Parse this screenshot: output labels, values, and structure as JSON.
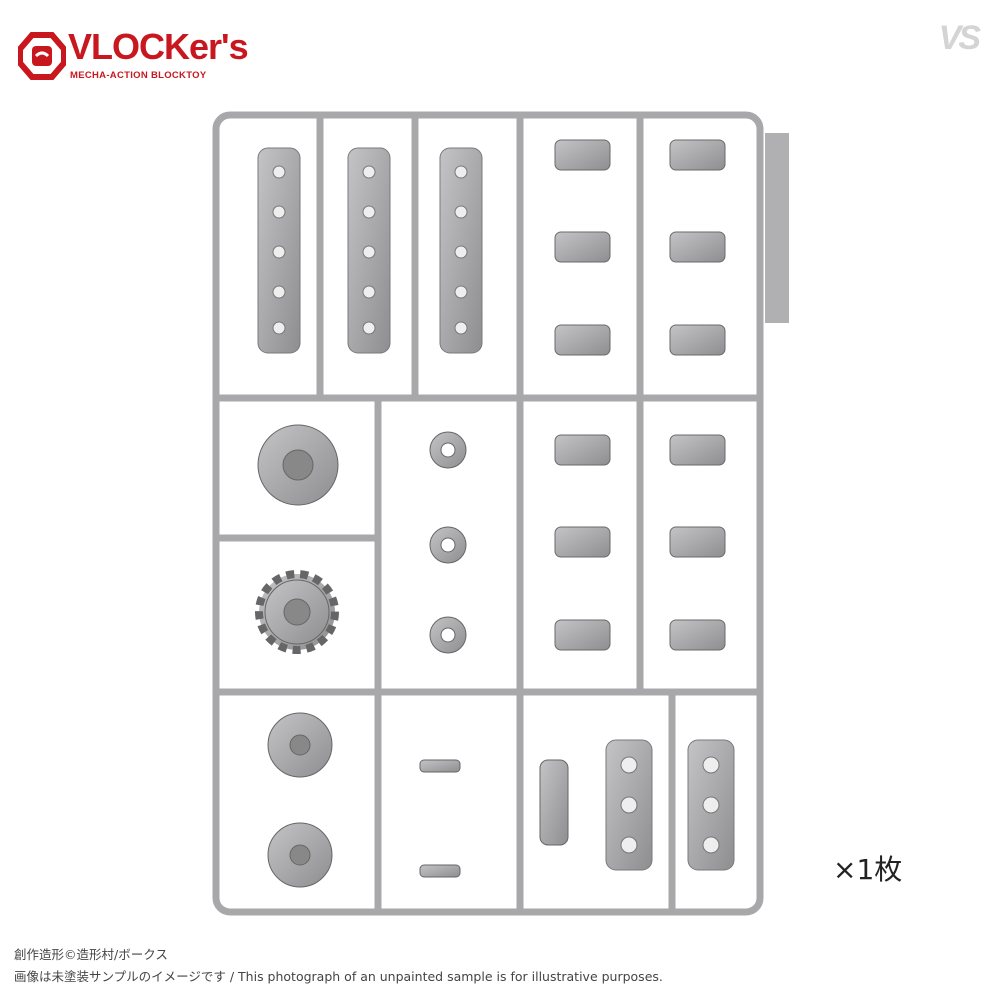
{
  "logo": {
    "name": "VLOCKer's",
    "tagline": "MECHA-ACTION BLOCKTOY"
  },
  "brand_mark": "VS",
  "quantity_label": "×1枚",
  "credits": {
    "line1": "創作造形©造形村/ボークス",
    "line2": "画像は未塗装サンプルのイメージです / This photograph of an unpainted sample is for illustrative purposes."
  },
  "colors": {
    "logo_red": "#c8171e",
    "plastic_gray": "#a8a8aa"
  }
}
